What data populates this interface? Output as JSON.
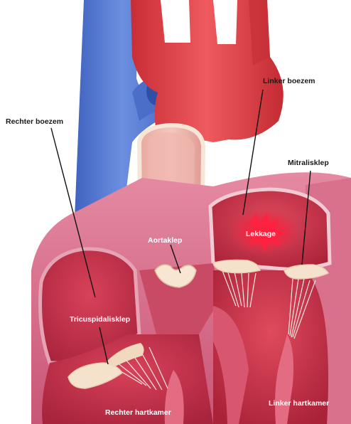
{
  "labels": {
    "linker_boezem": "Linker boezem",
    "rechter_boezem": "Rechter boezem",
    "mitralisklep": "Mitralisklep",
    "aortaklep": "Aortaklep",
    "lekkage": "Lekkage",
    "tricuspidalisklep": "Tricuspidalisklep",
    "rechter_hartkamer": "Rechter hartkamer",
    "linker_hartkamer": "Linker hartkamer"
  },
  "colors": {
    "vein_blue": "#5b7fd4",
    "artery_red": "#e0444a",
    "muscle_pink": "#d96a86",
    "chamber_red": "#c7344a",
    "valve_cream": "#f4e2cc",
    "leak_red": "#e8203a"
  }
}
